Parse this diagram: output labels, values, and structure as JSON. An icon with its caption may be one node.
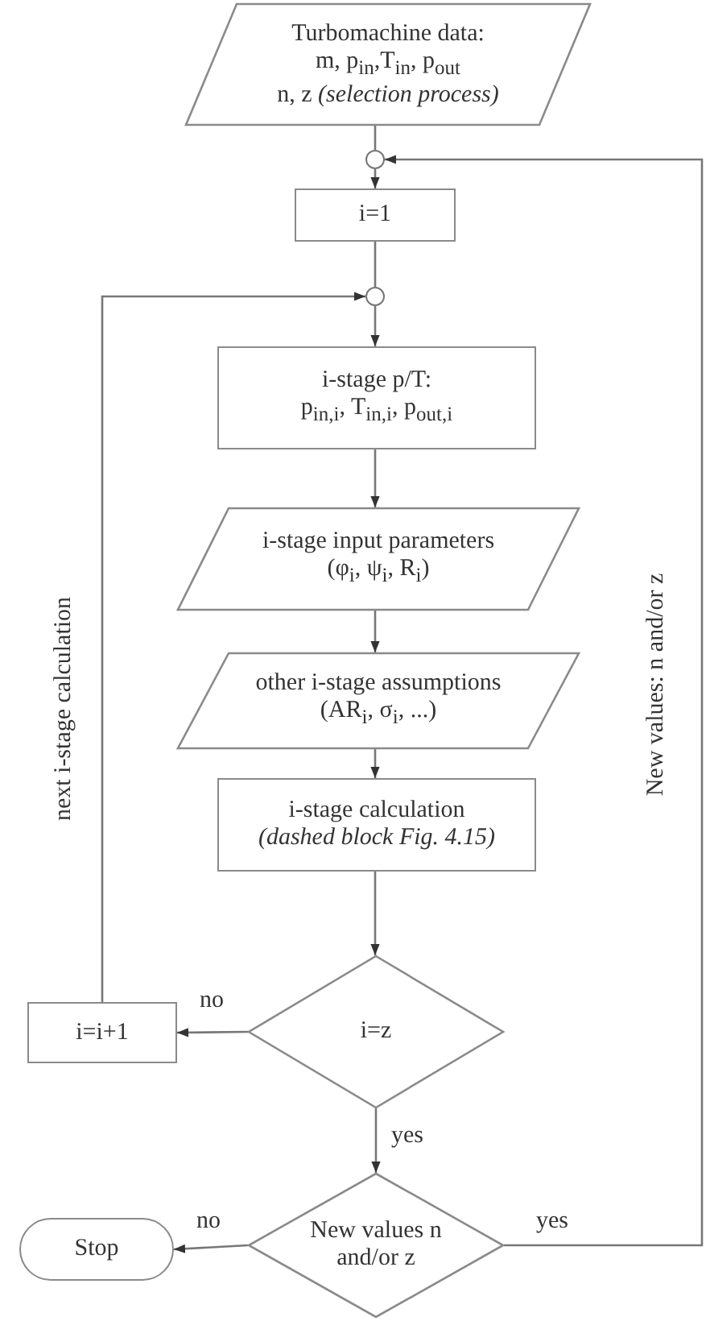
{
  "diagram": {
    "nodes": [
      {
        "text": [
          "Turbomachine data:",
          "m, p$_{in}$,T$_{in}$, p$_{out}$",
          "n, z *(selection process)*"
        ]
      },
      {
        "text": [],
        "shape": "circle"
      },
      {
        "text": [
          "i=1"
        ]
      },
      {
        "text": [],
        "shape": "circle"
      },
      {
        "text": [
          "i-stage p/T:",
          "p$_{in,i}$, T$_{in,i}$, p$_{out,i}$"
        ]
      },
      {
        "text": [
          "i-stage input parameters",
          "(φ$_{i}$, ψ$_{i}$, R$_{i}$)"
        ]
      },
      {
        "text": [
          "other i-stage assumptions",
          "(AR$_{i}$, σ$_{i}$, ...)"
        ]
      },
      {
        "text": [
          "i-stage calculation",
          "(dashed block Fig. 4.15)"
        ]
      },
      {
        "text": [
          "i=z"
        ]
      },
      {
        "text": [
          "i=i+1"
        ]
      },
      {
        "text": [
          "New values n and/or z"
        ]
      },
      {
        "text": [
          "Stop"
        ]
      }
    ],
    "edges": [
      {
        "from": 0,
        "to": 1,
        "arrow": "none"
      },
      {
        "from": 1,
        "to": 2,
        "arrow": "to"
      },
      {
        "from": 2,
        "to": 3,
        "arrow": "none"
      },
      {
        "from": 3,
        "to": 4,
        "arrow": "to"
      },
      {
        "from": 4,
        "to": 5,
        "arrow": "to"
      },
      {
        "from": 5,
        "to": 6,
        "arrow": "to"
      },
      {
        "from": 6,
        "to": 7,
        "arrow": "to"
      },
      {
        "from": 7,
        "to": 8,
        "arrow": "to"
      },
      {
        "from": 8,
        "to": 9,
        "arrow": "to",
        "label": "no"
      },
      {
        "from": 9,
        "to": 3,
        "arrow": "to"
      },
      {
        "from": 8,
        "to": 10,
        "arrow": "to",
        "label": "yes"
      },
      {
        "from": 10,
        "to": 11,
        "arrow": "to",
        "label": "no"
      },
      {
        "from": 10,
        "to": 1,
        "arrow": "to",
        "label": "yes"
      }
    ],
    "labels": [
      "next i-stage calculation",
      "New values: n and/or z"
    ]
  }
}
